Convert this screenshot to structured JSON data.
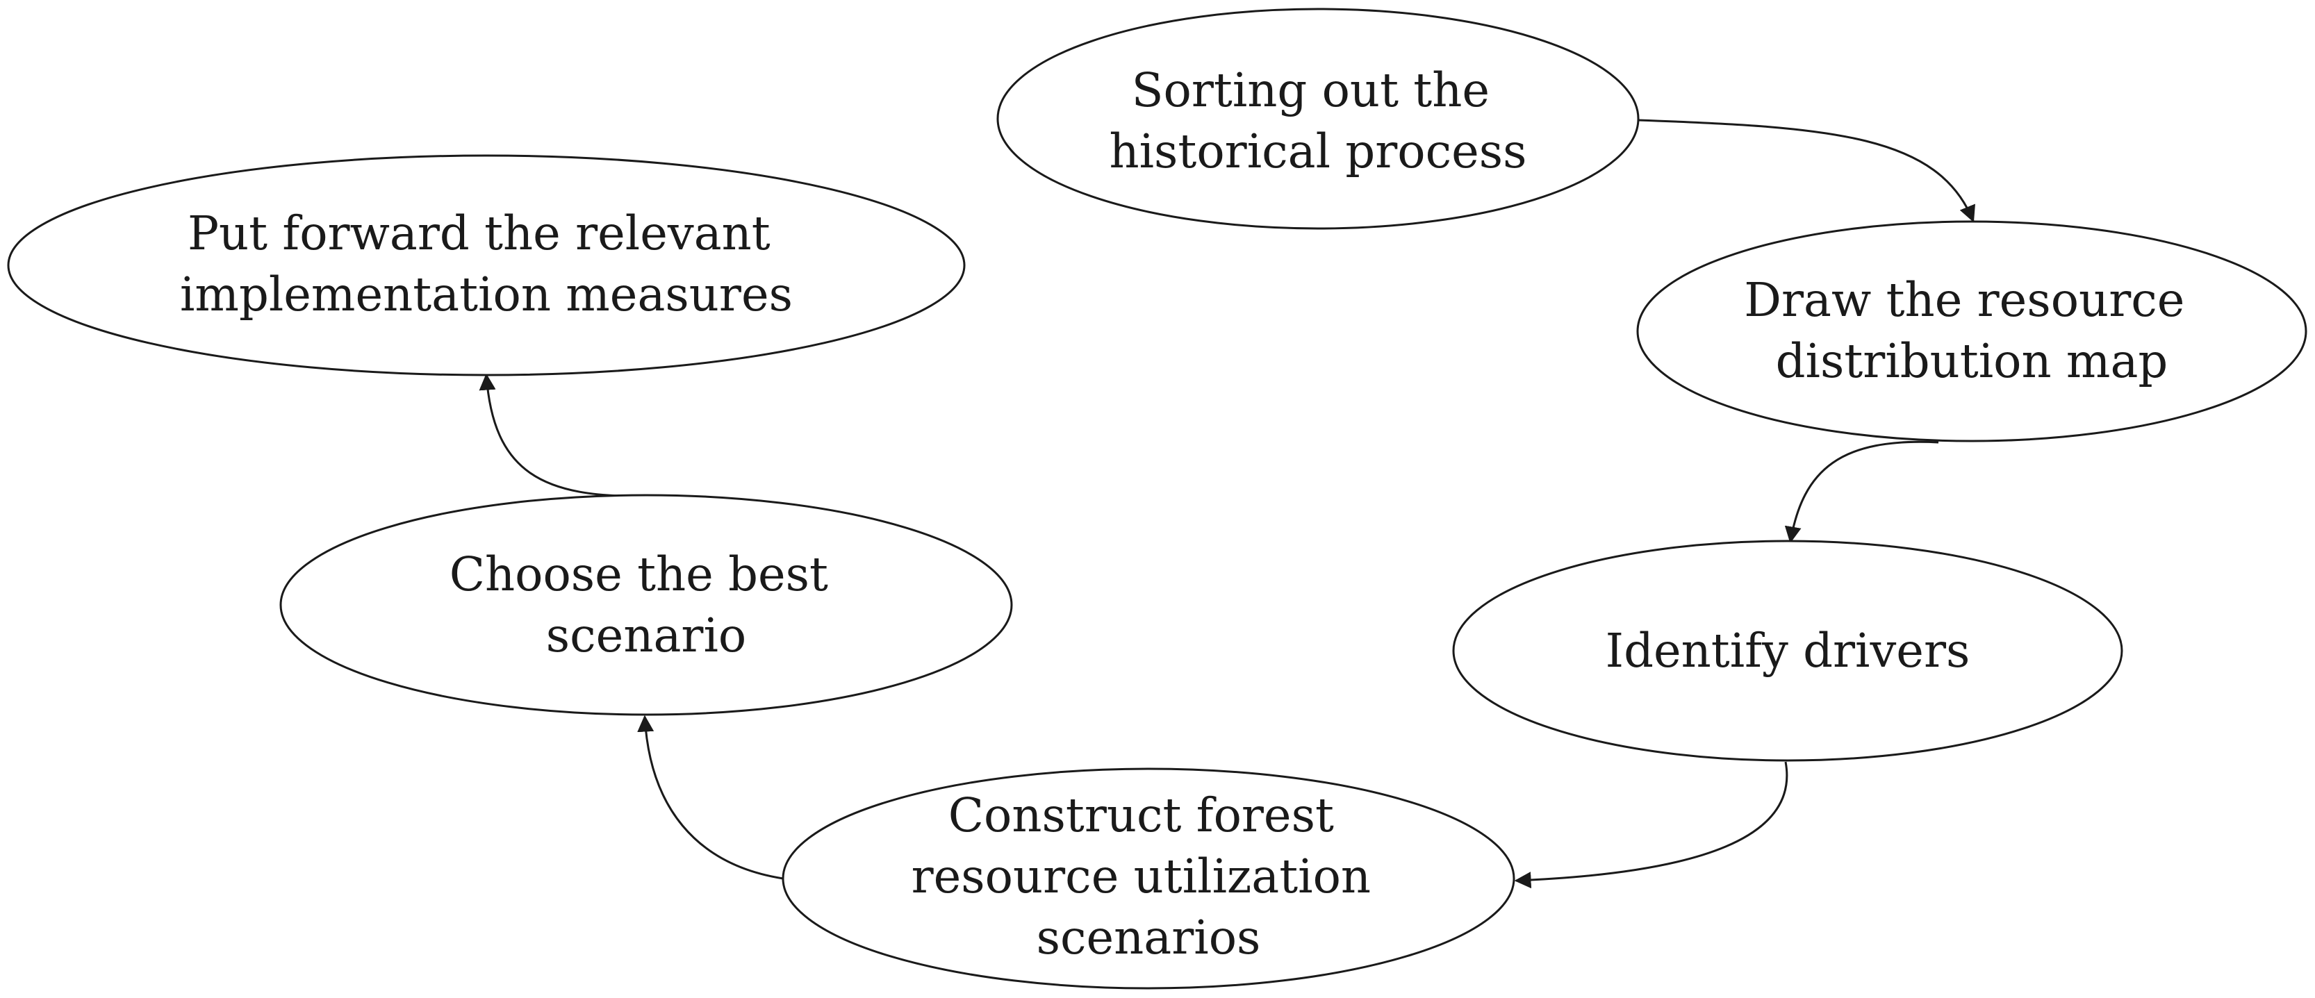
{
  "nodes": [
    {
      "id": "sorting",
      "lines": [
        "Sorting out the",
        "historical process"
      ]
    },
    {
      "id": "draw-map",
      "lines": [
        "Draw the resource",
        "distribution map"
      ]
    },
    {
      "id": "identify",
      "lines": [
        "Identify drivers"
      ]
    },
    {
      "id": "construct",
      "lines": [
        "Construct forest",
        "resource utilization",
        "scenarios"
      ]
    },
    {
      "id": "choose",
      "lines": [
        "Choose the best",
        "scenario"
      ]
    },
    {
      "id": "put-forward",
      "lines": [
        "Put forward the relevant",
        "implementation measures"
      ]
    }
  ],
  "edges": [
    {
      "from": "sorting",
      "to": "draw-map"
    },
    {
      "from": "draw-map",
      "to": "identify"
    },
    {
      "from": "identify",
      "to": "construct"
    },
    {
      "from": "construct",
      "to": "choose"
    },
    {
      "from": "choose",
      "to": "put-forward"
    }
  ]
}
